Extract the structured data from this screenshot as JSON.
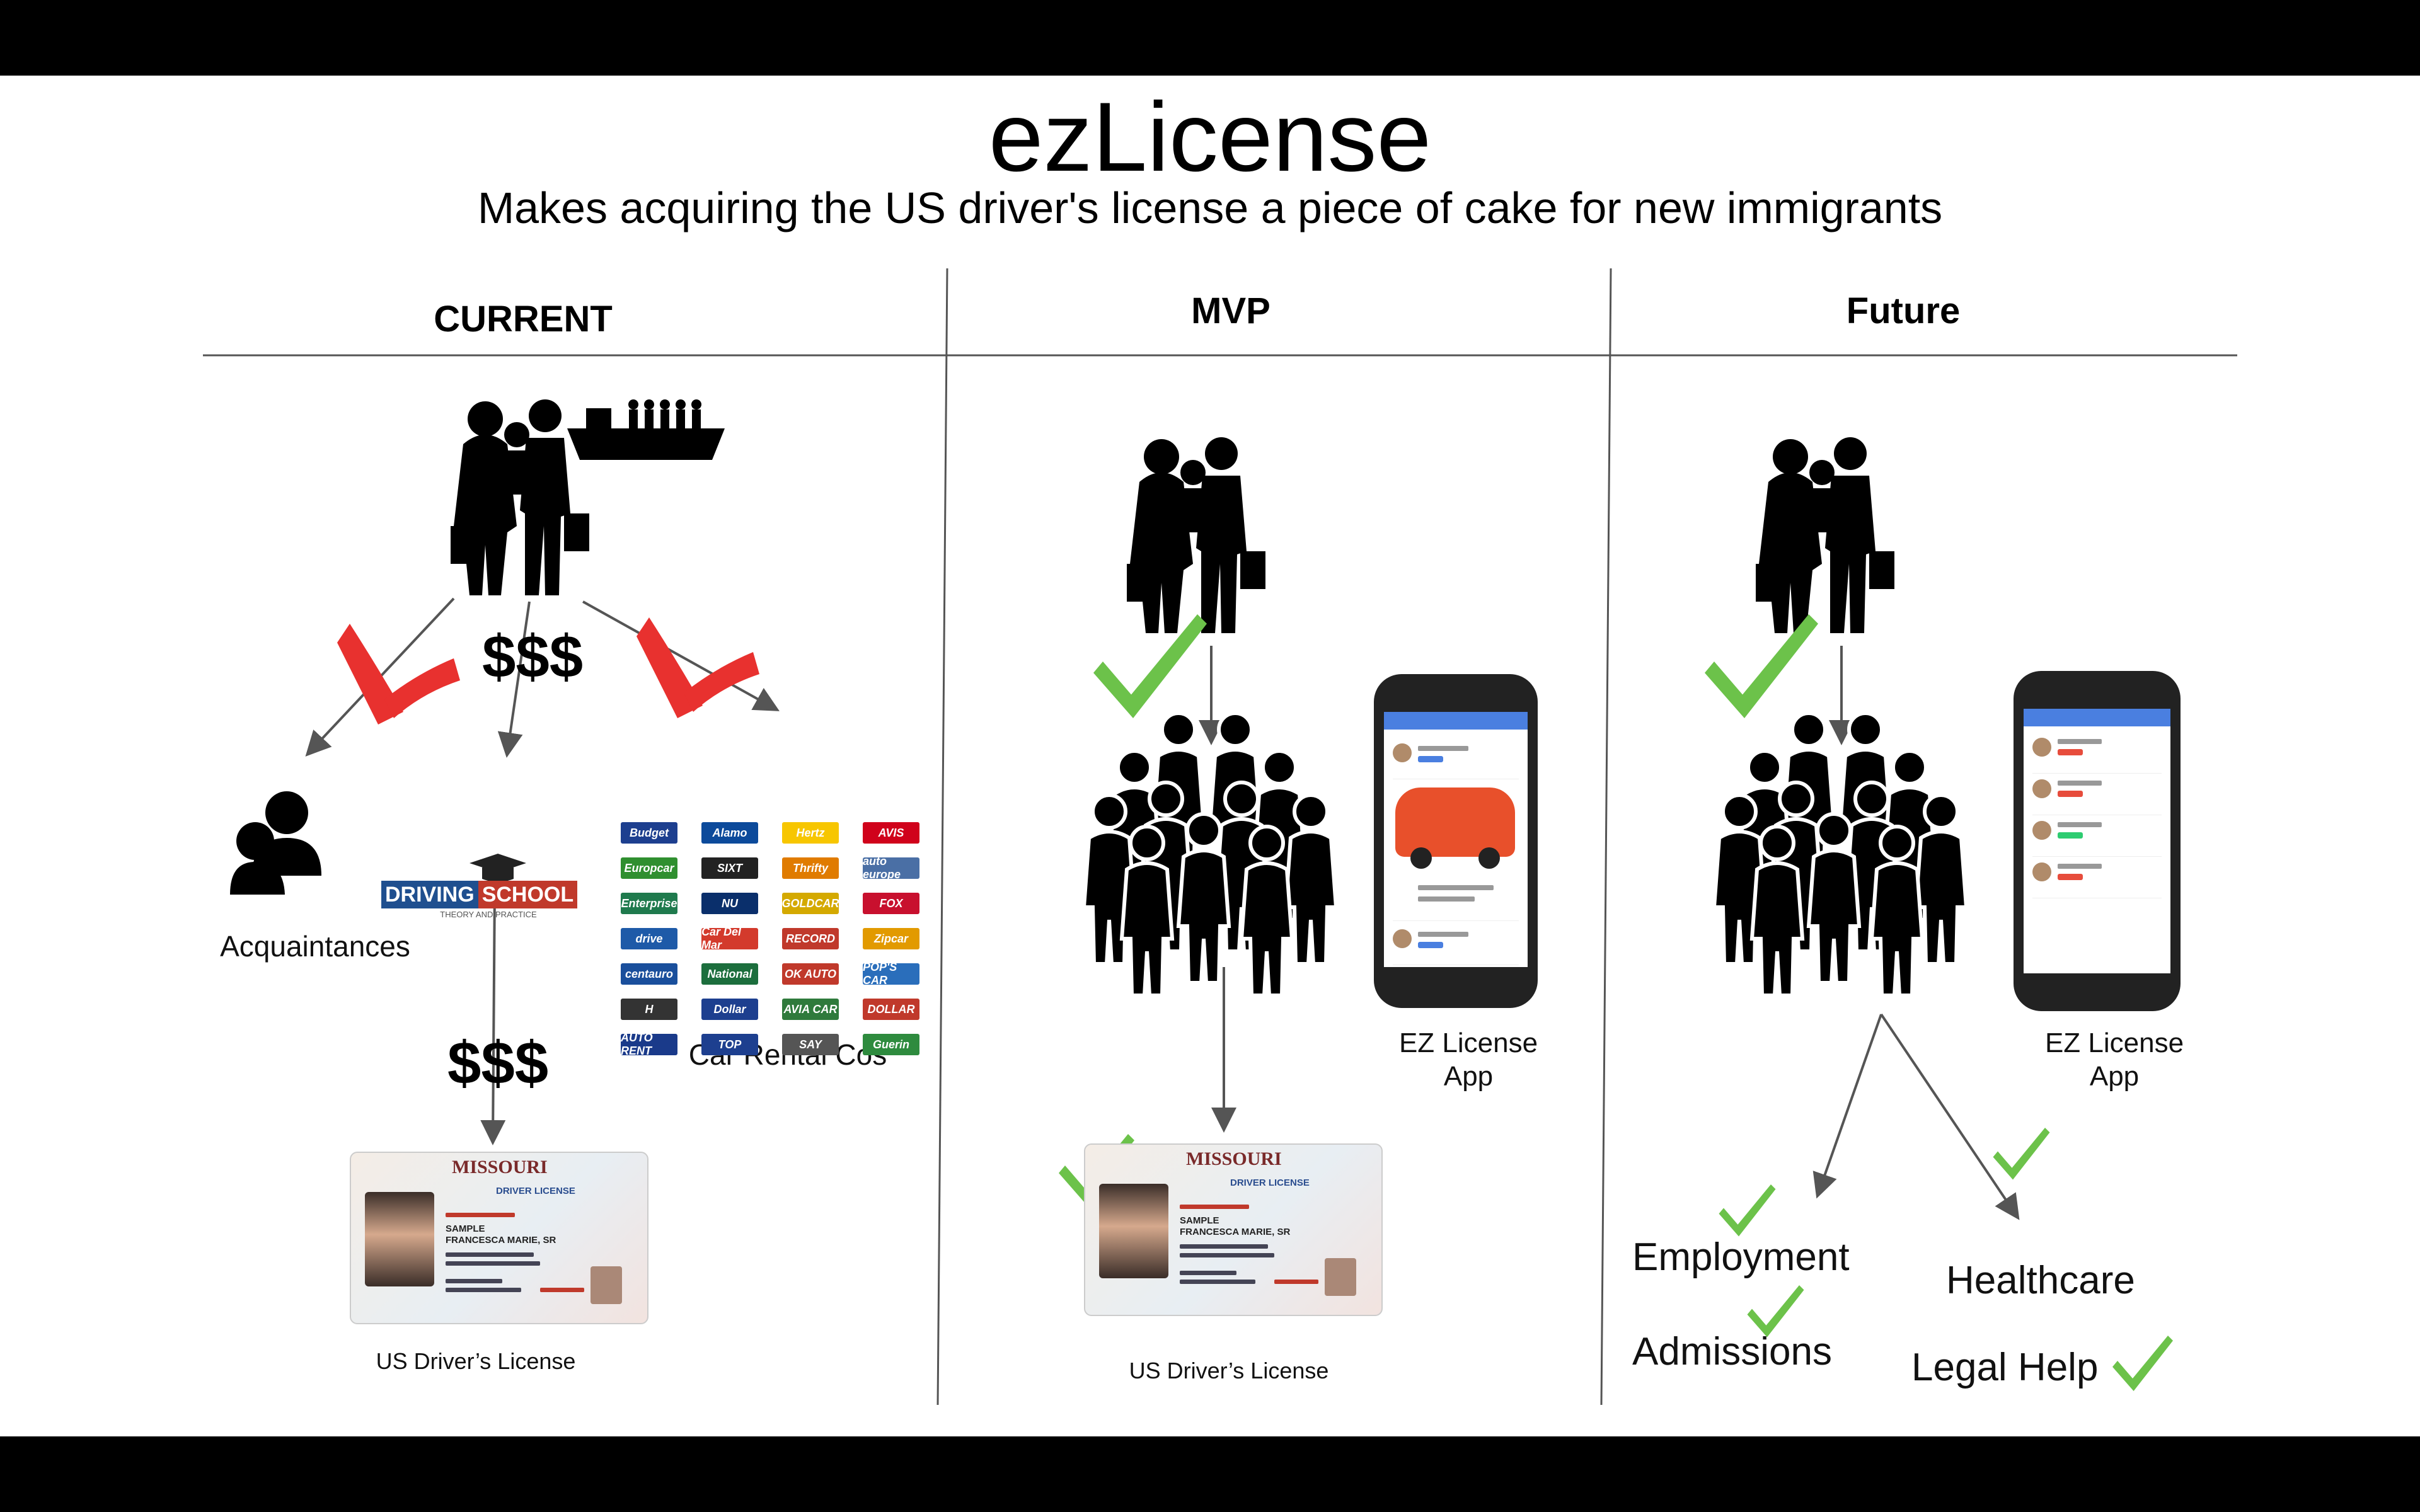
{
  "title": "ezLicense",
  "subtitle": "Makes acquiring the US driver's license a piece of cake for new immigrants",
  "columns": {
    "current": {
      "heading": "CURRENT",
      "money_top": "$$$",
      "money_bottom": "$$$",
      "acquaintances": "Acquaintances",
      "car_rental": "Car Rental Cos",
      "license_caption": "US Driver’s License",
      "driving_school": {
        "left": "DRIVING",
        "right": "SCHOOL",
        "tagline": "THEORY AND PRACTICE"
      },
      "rental_logos": [
        {
          "text": "Budget",
          "color": "#1d3f8f"
        },
        {
          "text": "Alamo",
          "color": "#0c4a9b"
        },
        {
          "text": "Hertz",
          "color": "#f7c600"
        },
        {
          "text": "AVIS",
          "color": "#d0021b"
        },
        {
          "text": "Europcar",
          "color": "#2f8f2f"
        },
        {
          "text": "SIXT",
          "color": "#222222"
        },
        {
          "text": "Thrifty",
          "color": "#e07b00"
        },
        {
          "text": "auto europe",
          "color": "#4a6fa5"
        },
        {
          "text": "Enterprise",
          "color": "#1f7a4d"
        },
        {
          "text": "NU",
          "color": "#0a2f6b"
        },
        {
          "text": "GOLDCAR",
          "color": "#d4a900"
        },
        {
          "text": "FOX",
          "color": "#c8102e"
        },
        {
          "text": "drive",
          "color": "#1e5aa8"
        },
        {
          "text": "Car Del Mar",
          "color": "#d33a2c"
        },
        {
          "text": "RECORD",
          "color": "#c0392b"
        },
        {
          "text": "Zipcar",
          "color": "#e29a00"
        },
        {
          "text": "centauro",
          "color": "#1a4f9c"
        },
        {
          "text": "National",
          "color": "#1c6e3d"
        },
        {
          "text": "OK AUTO",
          "color": "#c0392b"
        },
        {
          "text": "POP'S CAR",
          "color": "#2a6ebb"
        },
        {
          "text": "H",
          "color": "#333333"
        },
        {
          "text": "Dollar",
          "color": "#1d3f8f"
        },
        {
          "text": "AVIA CAR",
          "color": "#2f7a3c"
        },
        {
          "text": "DOLLAR",
          "color": "#c0392b"
        },
        {
          "text": "AUTO RENT",
          "color": "#1a3a8a"
        },
        {
          "text": "TOP",
          "color": "#1d3f8f"
        },
        {
          "text": "SAY",
          "color": "#555555"
        },
        {
          "text": "Guerin",
          "color": "#2e8b3e"
        }
      ]
    },
    "mvp": {
      "heading": "MVP",
      "app_label_line1": "EZ License",
      "app_label_line2": "App",
      "license_caption": "US Driver’s License"
    },
    "future": {
      "heading": "Future",
      "app_label_line1": "EZ License",
      "app_label_line2": "App",
      "outcomes": {
        "employment": "Employment",
        "admissions": "Admissions",
        "healthcare": "Healthcare",
        "legal_help": "Legal Help"
      }
    }
  },
  "license": {
    "state": "MISSOURI",
    "type": "DRIVER LICENSE",
    "name_line1": "SAMPLE",
    "name_line2": "FRANCESCA MARIE, SR"
  },
  "colors": {
    "check": "#6cc24a",
    "cross": "#e8312f",
    "arrow": "#555555",
    "divider": "#555555"
  }
}
